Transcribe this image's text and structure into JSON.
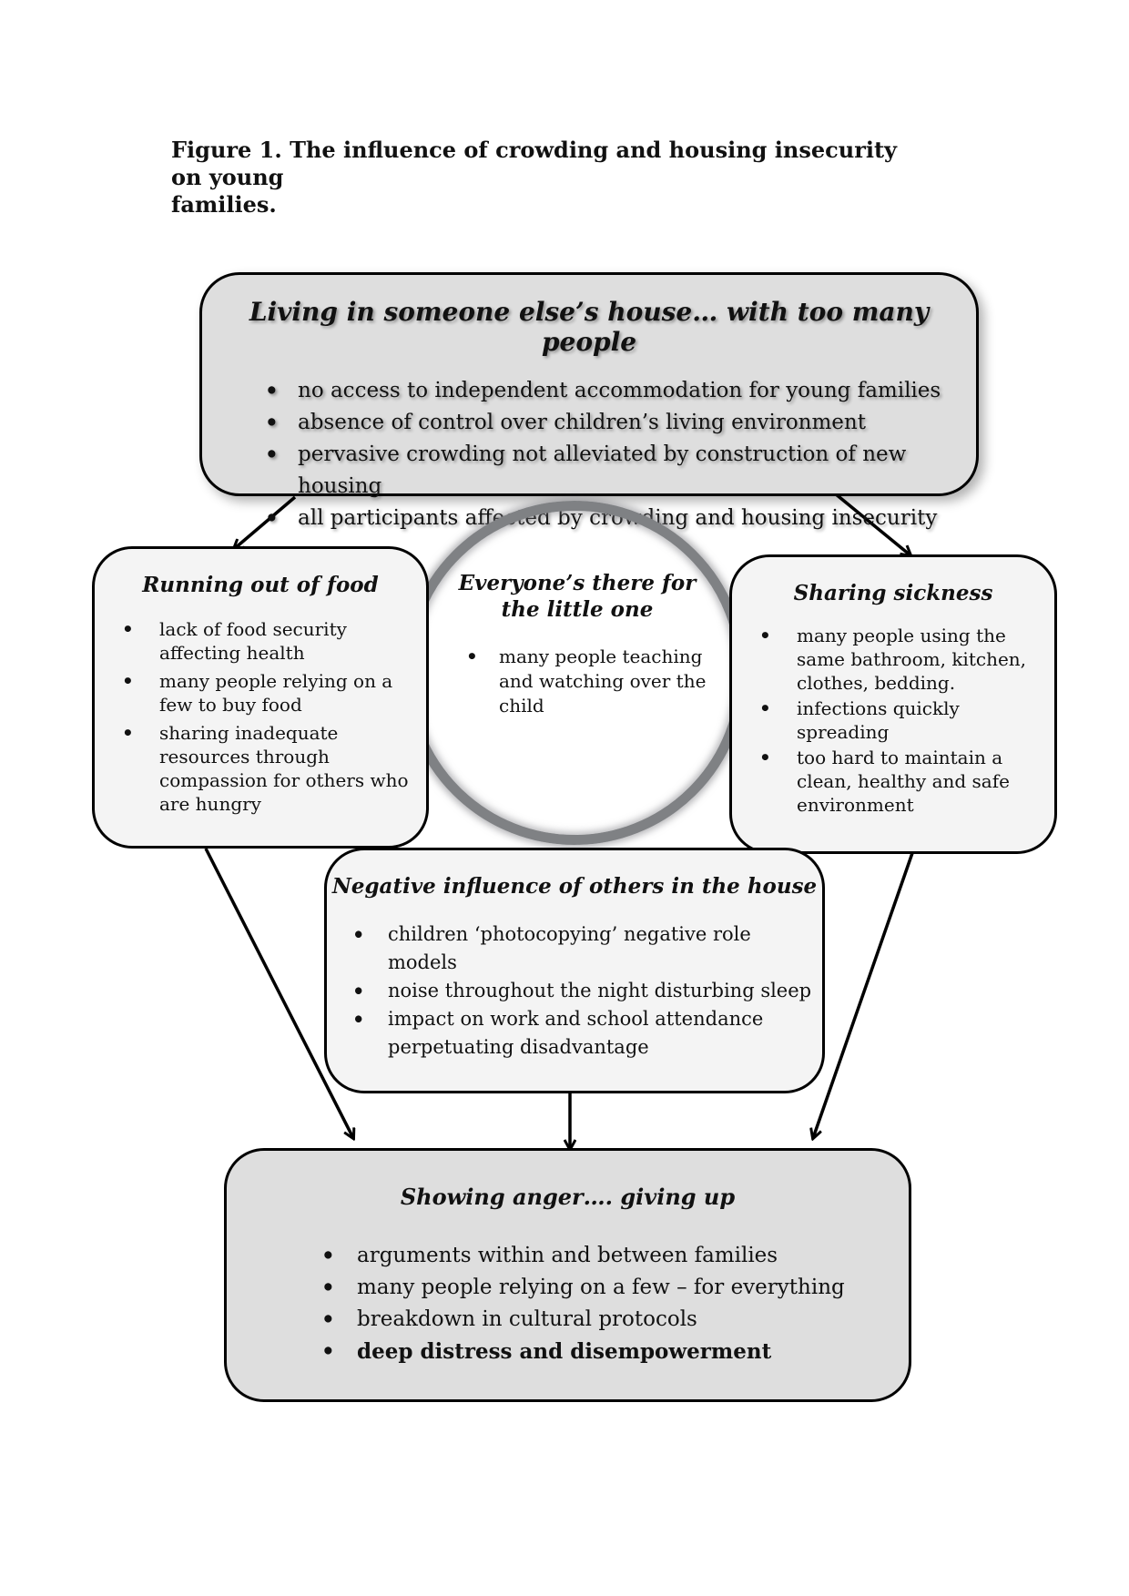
{
  "caption": {
    "line1": "Figure 1. The influence of crowding and housing insecurity on young",
    "line2": "families."
  },
  "top_box": {
    "title": "Living in someone else’s house… with too many people",
    "items": [
      "no access to independent accommodation for young families",
      "absence of control over children’s living environment",
      "pervasive crowding not alleviated by construction of new housing",
      "all participants affected by crowding and housing insecurity"
    ]
  },
  "left_box": {
    "title": "Running out of food",
    "items": [
      "lack of food security affecting health",
      "many people relying on a few to buy food",
      "sharing inadequate resources through compassion for others who are hungry"
    ]
  },
  "center_circle": {
    "title": "Everyone’s there for the little one",
    "items": [
      "many people teaching and watching over the child"
    ]
  },
  "right_box": {
    "title": "Sharing sickness",
    "items": [
      "many people using the same bathroom, kitchen, clothes, bedding.",
      "infections quickly spreading",
      "too hard to maintain a clean, healthy and safe environment"
    ]
  },
  "middle_box": {
    "title": "Negative influence of others in the house",
    "items": [
      "children ‘photocopying’ negative role models",
      "noise throughout the night disturbing sleep",
      "impact on work and school attendance perpetuating disadvantage"
    ]
  },
  "bottom_box": {
    "title": "Showing anger…. giving up",
    "items": [
      "arguments within and between families",
      "many people relying on a few – for everything",
      "breakdown in cultural protocols",
      "deep distress and disempowerment"
    ]
  }
}
